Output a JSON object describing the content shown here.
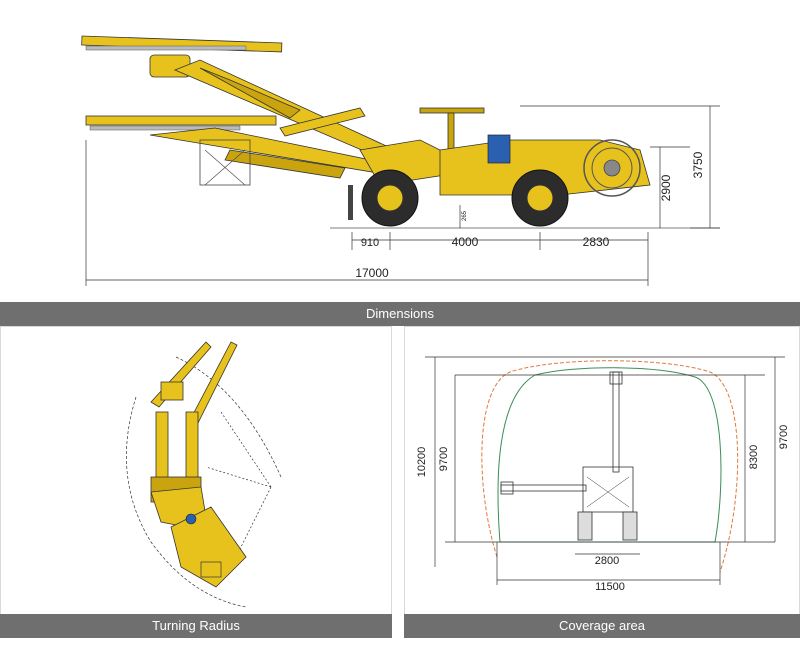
{
  "top": {
    "caption": "Dimensions",
    "dims": {
      "front_overhang": "910",
      "wheelbase": "4000",
      "rear_overhang": "2830",
      "total_length": "17000",
      "height_cab": "2900",
      "height_total": "3750",
      "ground_clearance": "265"
    }
  },
  "bottom_left": {
    "caption": "Turning Radius"
  },
  "bottom_right": {
    "caption": "Coverage area",
    "dims": {
      "left_outer_height": "10200",
      "left_inner_height": "9700",
      "right_inner_height": "8300",
      "right_outer_height": "9700",
      "base_width": "2800",
      "total_width": "11500"
    }
  },
  "colors": {
    "machine": "#e8c21c",
    "caption_bg": "#6f6f6f",
    "outer_profile": "#e07a3c",
    "inner_profile": "#3c8c5a"
  }
}
